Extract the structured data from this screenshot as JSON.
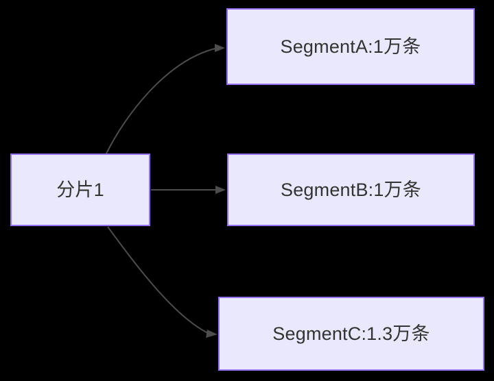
{
  "diagram": {
    "title": "",
    "background_color": "#000000",
    "node_fill_color": "#eae8fd",
    "node_border_color": "#9370f0",
    "node_text_color": "#333333",
    "edge_color": "#4d4d4d",
    "nodes": [
      {
        "id": "source",
        "label": "分片1"
      },
      {
        "id": "segmentA",
        "label": "SegmentA:1万条"
      },
      {
        "id": "segmentB",
        "label": "SegmentB:1万条"
      },
      {
        "id": "segmentC",
        "label": "SegmentC:1.3万条"
      }
    ],
    "edges": [
      {
        "from": "source",
        "to": "segmentA",
        "label": "",
        "style": "curved-arrow"
      },
      {
        "from": "source",
        "to": "segmentB",
        "label": "",
        "style": "straight-arrow"
      },
      {
        "from": "source",
        "to": "segmentC",
        "label": "",
        "style": "curved-arrow"
      }
    ]
  }
}
